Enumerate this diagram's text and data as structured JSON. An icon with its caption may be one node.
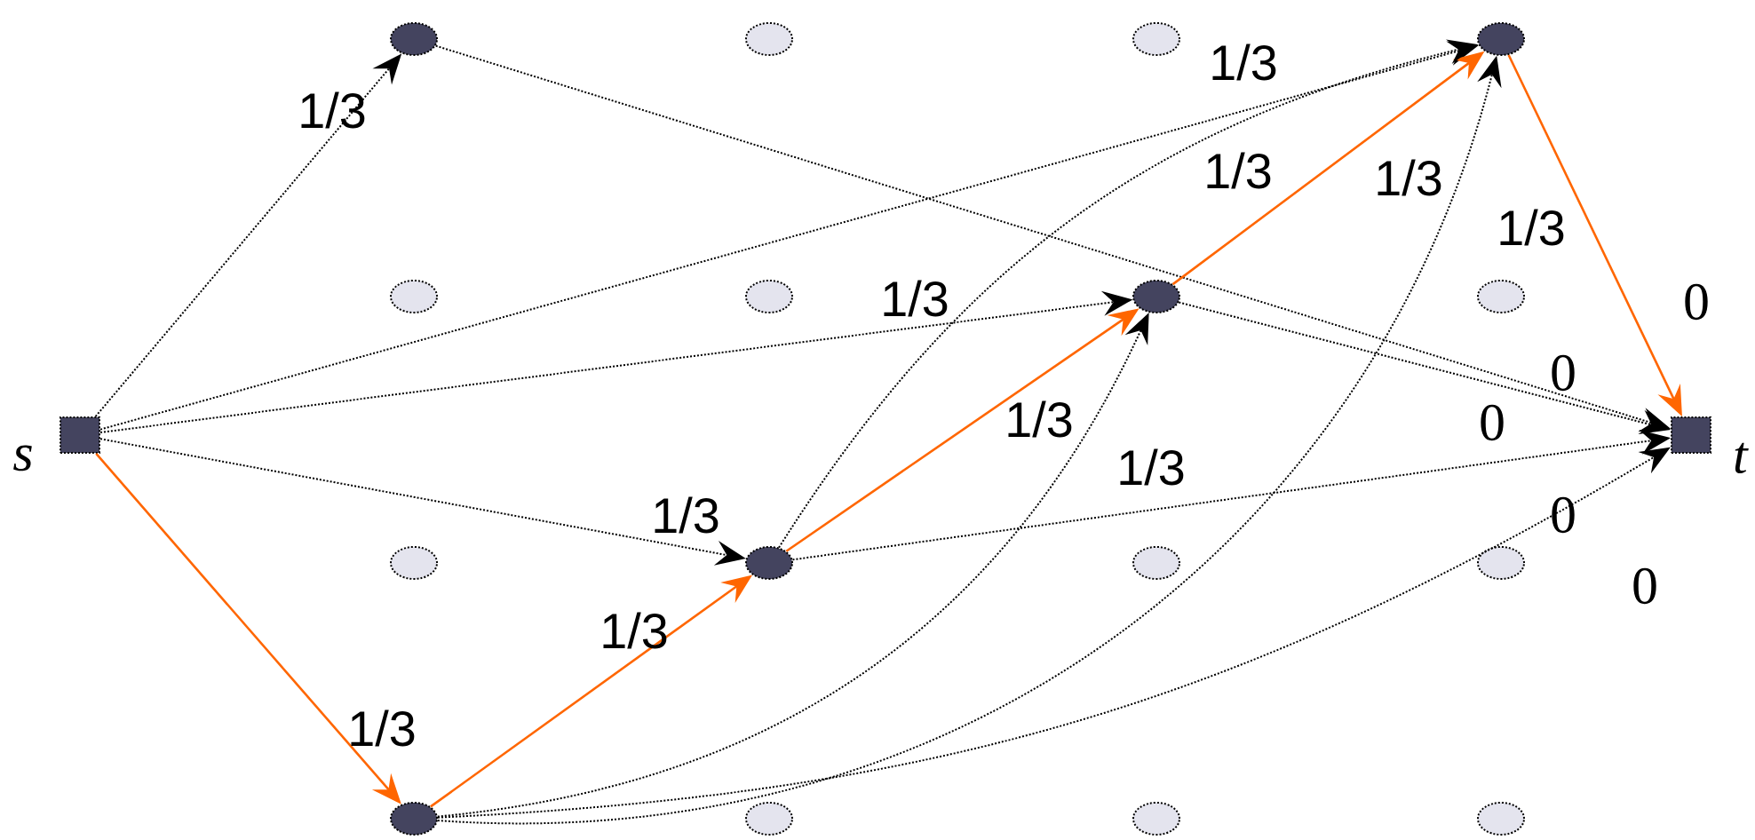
{
  "diagram": {
    "nodes": [
      {
        "text": [],
        "shape": "ellipse"
      },
      {
        "text": [],
        "shape": "ellipse"
      },
      {
        "text": [],
        "shape": "ellipse"
      },
      {
        "text": [],
        "shape": "ellipse"
      },
      {
        "text": [],
        "shape": "ellipse"
      },
      {
        "text": [],
        "shape": "ellipse"
      },
      {
        "text": [],
        "shape": "ellipse"
      },
      {
        "text": [],
        "shape": "ellipse"
      },
      {
        "text": [],
        "shape": "box",
        "beside": [
          "s"
        ]
      },
      {
        "text": [],
        "shape": "box",
        "beside": [
          "t"
        ]
      },
      {
        "text": [],
        "shape": "ellipse"
      },
      {
        "text": [],
        "shape": "ellipse"
      },
      {
        "text": [],
        "shape": "ellipse"
      },
      {
        "text": [],
        "shape": "ellipse"
      },
      {
        "text": [],
        "shape": "ellipse"
      },
      {
        "text": [],
        "shape": "ellipse"
      },
      {
        "text": [],
        "shape": "ellipse"
      },
      {
        "text": [],
        "shape": "ellipse"
      }
    ],
    "edges": [
      {
        "from": 8,
        "to": 0,
        "arrow": "to",
        "label": "1/3",
        "style": "dashed"
      },
      {
        "from": 8,
        "to": 3,
        "arrow": "to",
        "label": "1/3",
        "style": "dashed"
      },
      {
        "from": 8,
        "to": 6,
        "arrow": "to",
        "label": "1/3",
        "style": "dashed"
      },
      {
        "from": 8,
        "to": 11,
        "arrow": "to",
        "label": "1/3",
        "style": "dashed"
      },
      {
        "from": 8,
        "to": 14,
        "arrow": "to",
        "label": "1/3",
        "color": "#ff6600"
      },
      {
        "from": 0,
        "to": 9,
        "arrow": "to",
        "label": "0",
        "style": "dashed"
      },
      {
        "from": 14,
        "to": 11,
        "arrow": "to",
        "label": "1/3",
        "color": "#ff6600"
      },
      {
        "from": 11,
        "to": 6,
        "arrow": "to",
        "label": "1/3",
        "color": "#ff6600"
      },
      {
        "from": 6,
        "to": 3,
        "arrow": "to",
        "label": "1/3",
        "color": "#ff6600"
      },
      {
        "from": 3,
        "to": 9,
        "arrow": "to",
        "label": "0",
        "color": "#ff6600"
      },
      {
        "from": 14,
        "to": 6,
        "arrow": "to",
        "label": "1/3",
        "style": "dashed"
      },
      {
        "from": 11,
        "to": 3,
        "arrow": "to",
        "label": "1/3",
        "style": "dashed"
      },
      {
        "from": 14,
        "to": 3,
        "arrow": "to",
        "label": "1/3",
        "style": "dashed"
      },
      {
        "from": 6,
        "to": 9,
        "arrow": "to",
        "label": "0",
        "style": "dashed"
      },
      {
        "from": 11,
        "to": 9,
        "arrow": "to",
        "label": "0",
        "style": "dashed"
      },
      {
        "from": 14,
        "to": 9,
        "arrow": "to",
        "label": "0",
        "style": "dashed"
      }
    ]
  }
}
